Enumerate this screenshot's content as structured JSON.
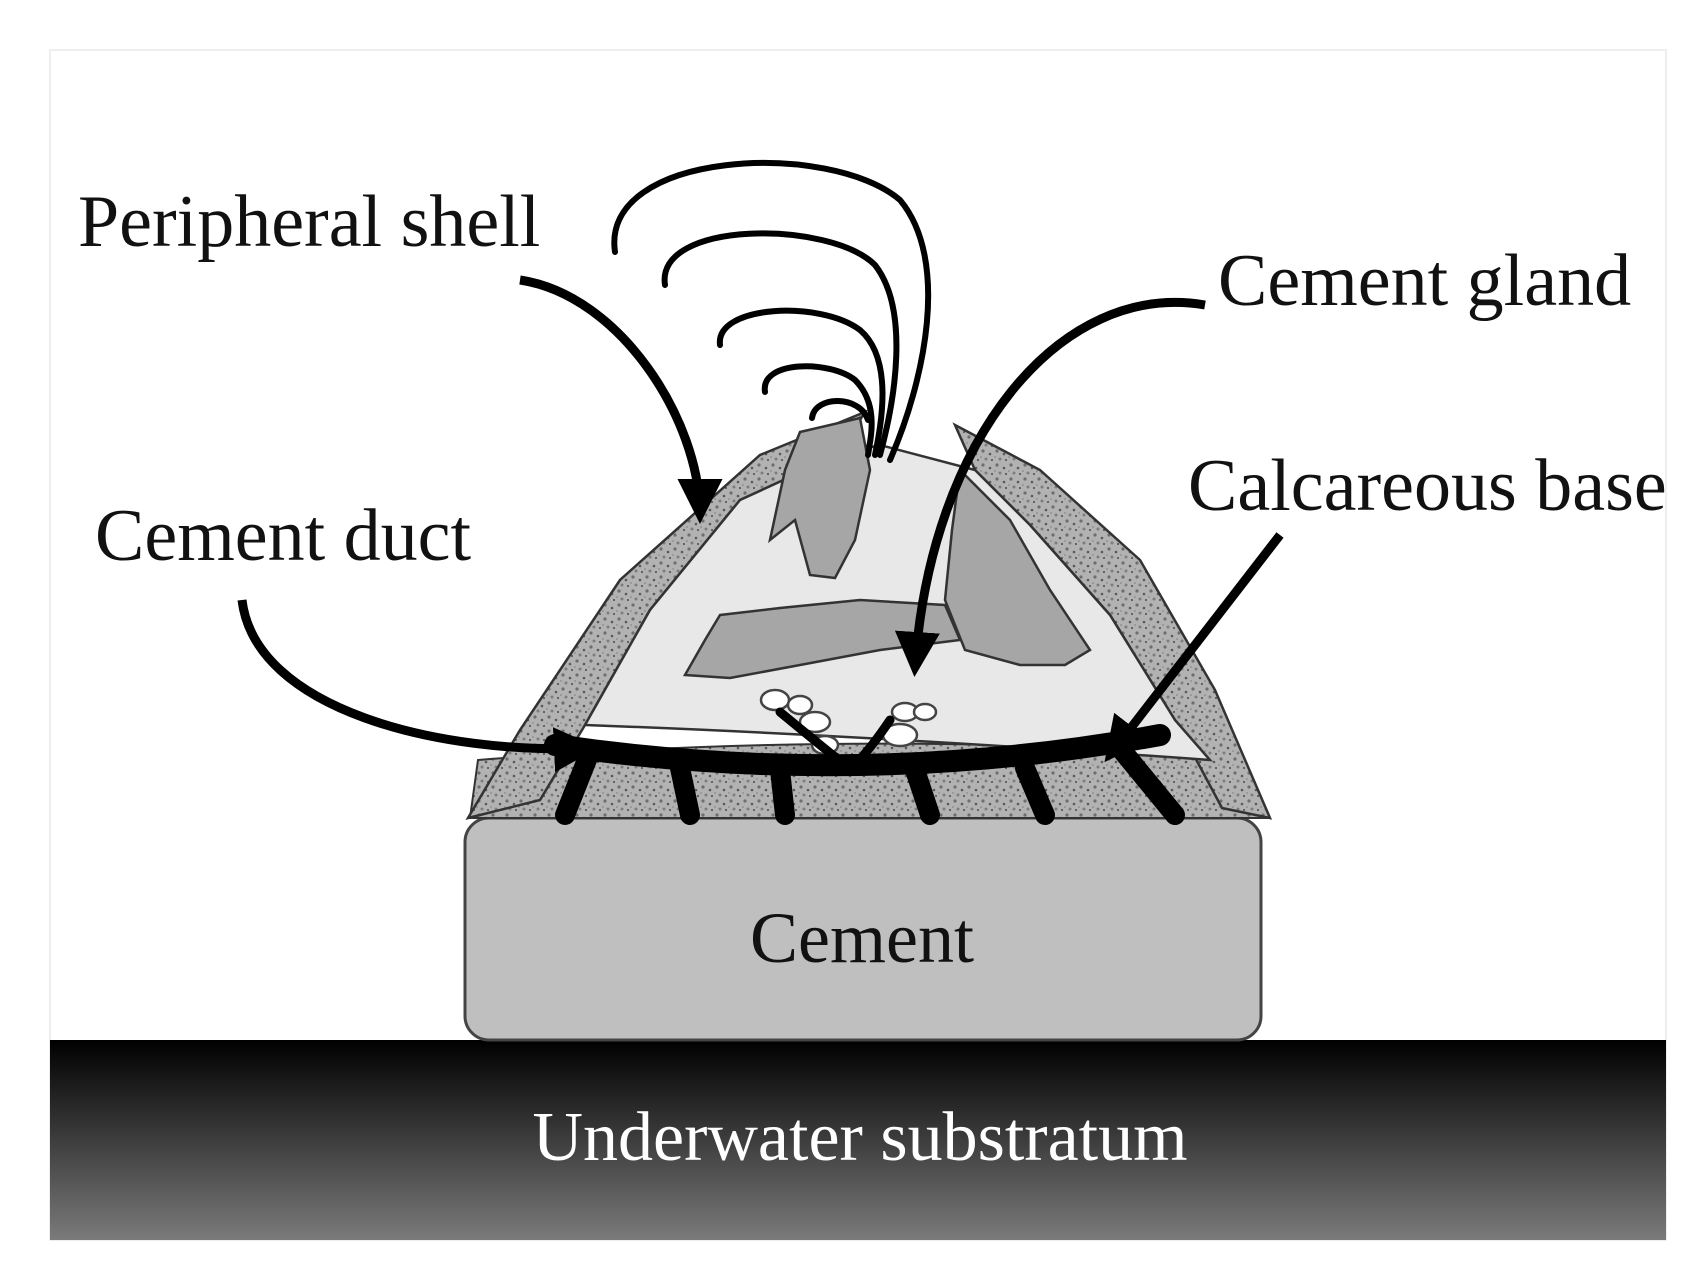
{
  "labels": {
    "peripheral_shell": "Peripheral shell",
    "cement_gland": "Cement gland",
    "calcareous_base": "Calcareous base",
    "cement_duct": "Cement duct",
    "cement": "Cement",
    "substratum": "Underwater substratum"
  }
}
